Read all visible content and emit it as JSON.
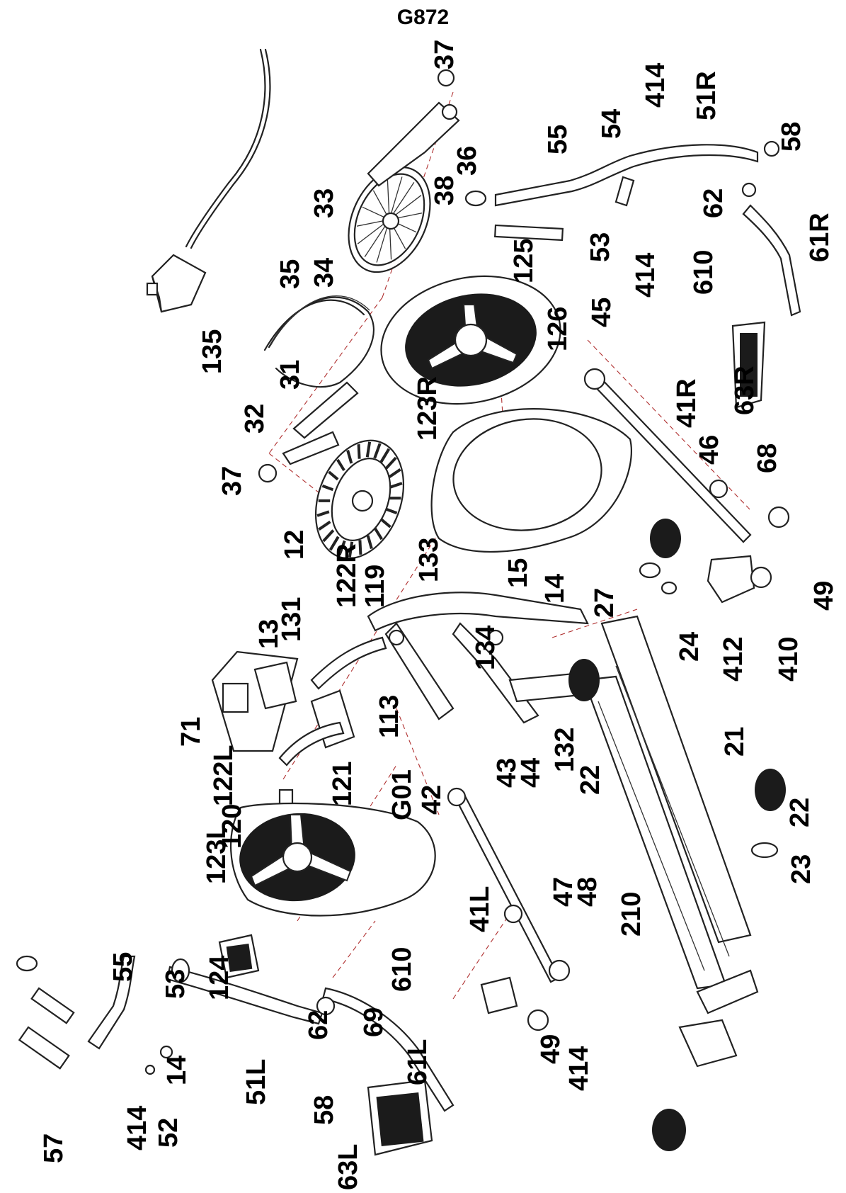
{
  "diagram": {
    "title": "G872",
    "labels": [
      {
        "id": "37a",
        "text": "37"
      },
      {
        "id": "36",
        "text": "36"
      },
      {
        "id": "38",
        "text": "38"
      },
      {
        "id": "33",
        "text": "33"
      },
      {
        "id": "34",
        "text": "34"
      },
      {
        "id": "35",
        "text": "35"
      },
      {
        "id": "135",
        "text": "135"
      },
      {
        "id": "31",
        "text": "31"
      },
      {
        "id": "32",
        "text": "32"
      },
      {
        "id": "37b",
        "text": "37"
      },
      {
        "id": "12",
        "text": "12"
      },
      {
        "id": "55a",
        "text": "55"
      },
      {
        "id": "54",
        "text": "54"
      },
      {
        "id": "414a",
        "text": "414"
      },
      {
        "id": "51R",
        "text": "51R"
      },
      {
        "id": "58a",
        "text": "58"
      },
      {
        "id": "62a",
        "text": "62"
      },
      {
        "id": "53a",
        "text": "53"
      },
      {
        "id": "610a",
        "text": "610"
      },
      {
        "id": "61R",
        "text": "61R"
      },
      {
        "id": "125",
        "text": "125"
      },
      {
        "id": "126",
        "text": "126"
      },
      {
        "id": "45",
        "text": "45"
      },
      {
        "id": "414b",
        "text": "414"
      },
      {
        "id": "63R",
        "text": "63R"
      },
      {
        "id": "41R",
        "text": "41R"
      },
      {
        "id": "46",
        "text": "46"
      },
      {
        "id": "68",
        "text": "68"
      },
      {
        "id": "123R",
        "text": "123R"
      },
      {
        "id": "133",
        "text": "133"
      },
      {
        "id": "15",
        "text": "15"
      },
      {
        "id": "14a",
        "text": "14"
      },
      {
        "id": "27",
        "text": "27"
      },
      {
        "id": "24",
        "text": "24"
      },
      {
        "id": "412",
        "text": "412"
      },
      {
        "id": "410",
        "text": "410"
      },
      {
        "id": "49a",
        "text": "49"
      },
      {
        "id": "122R",
        "text": "122R"
      },
      {
        "id": "119",
        "text": "119"
      },
      {
        "id": "131",
        "text": "131"
      },
      {
        "id": "13",
        "text": "13"
      },
      {
        "id": "134",
        "text": "134"
      },
      {
        "id": "71",
        "text": "71"
      },
      {
        "id": "113",
        "text": "113"
      },
      {
        "id": "122L",
        "text": "122L"
      },
      {
        "id": "121",
        "text": "121"
      },
      {
        "id": "132",
        "text": "132"
      },
      {
        "id": "22a",
        "text": "22"
      },
      {
        "id": "21",
        "text": "21"
      },
      {
        "id": "120",
        "text": "120"
      },
      {
        "id": "123L",
        "text": "123L"
      },
      {
        "id": "G01",
        "text": "G01"
      },
      {
        "id": "42",
        "text": "42"
      },
      {
        "id": "43",
        "text": "43"
      },
      {
        "id": "44",
        "text": "44"
      },
      {
        "id": "22b",
        "text": "22"
      },
      {
        "id": "23",
        "text": "23"
      },
      {
        "id": "210",
        "text": "210"
      },
      {
        "id": "41L",
        "text": "41L"
      },
      {
        "id": "47",
        "text": "47"
      },
      {
        "id": "48",
        "text": "48"
      },
      {
        "id": "124",
        "text": "124"
      },
      {
        "id": "610b",
        "text": "610"
      },
      {
        "id": "55b",
        "text": "55"
      },
      {
        "id": "53b",
        "text": "53"
      },
      {
        "id": "62b",
        "text": "62"
      },
      {
        "id": "69",
        "text": "69"
      },
      {
        "id": "14b",
        "text": "14"
      },
      {
        "id": "51L",
        "text": "51L"
      },
      {
        "id": "61L",
        "text": "61L"
      },
      {
        "id": "414c",
        "text": "414"
      },
      {
        "id": "52",
        "text": "52"
      },
      {
        "id": "57",
        "text": "57"
      },
      {
        "id": "58b",
        "text": "58"
      },
      {
        "id": "63L",
        "text": "63L"
      },
      {
        "id": "49b",
        "text": "49"
      },
      {
        "id": "414d",
        "text": "414"
      }
    ]
  }
}
